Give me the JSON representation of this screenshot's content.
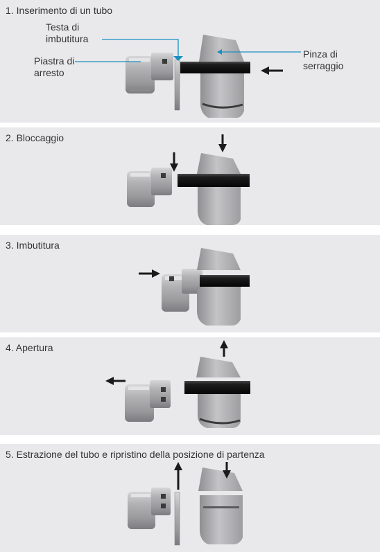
{
  "steps": [
    {
      "title": "1. Inserimento di un tubo"
    },
    {
      "title": "2. Bloccaggio"
    },
    {
      "title": "3. Imbutitura"
    },
    {
      "title": "4. Apertura"
    },
    {
      "title": "5. Estrazione del tubo e ripristino della posizione di partenza"
    }
  ],
  "labels": {
    "testa_line1": "Testa di",
    "testa_line2": "imbutitura",
    "piastra_line1": "Piastra di",
    "piastra_line2": "arresto",
    "pinza_line1": "Pinza di",
    "pinza_line2": "serraggio"
  },
  "colors": {
    "panel_bg": "#e9e9eb",
    "leader_line": "#1a8fc0",
    "arrow": "#1a1a1a",
    "tube": "#141414",
    "metal": "#a5a5a8"
  }
}
